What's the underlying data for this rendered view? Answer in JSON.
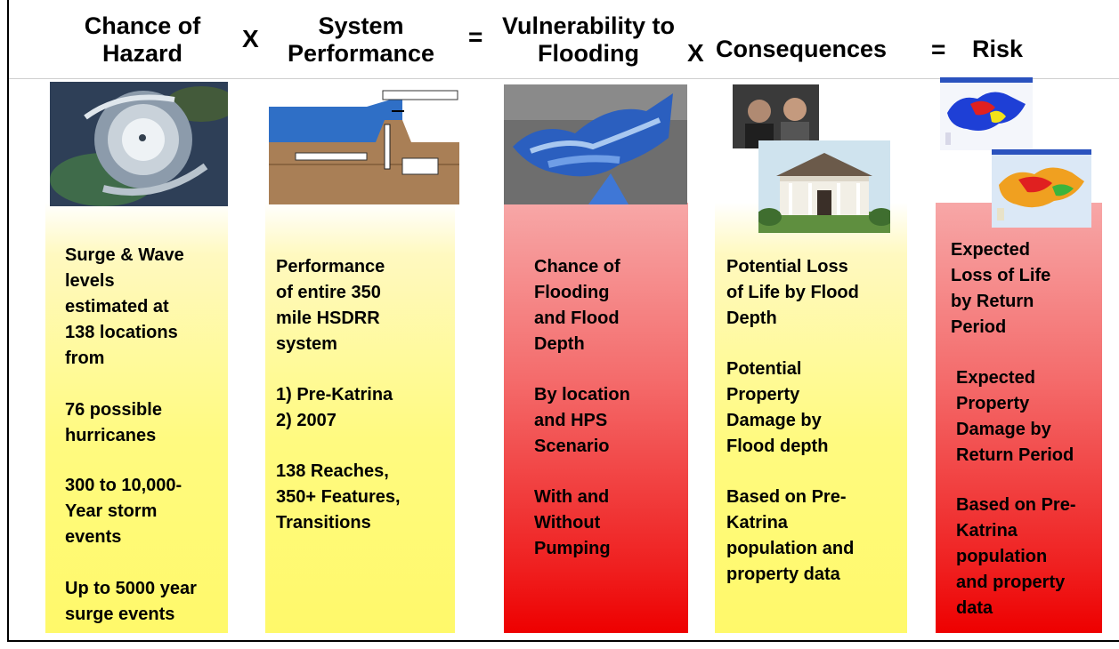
{
  "header": {
    "col1_title": "Chance of\nHazard",
    "op1": "X",
    "col2_title": "System\nPerformance",
    "op2": "=",
    "col3_title": "Vulnerability\nto Flooding",
    "op3": "X",
    "col4_title": "Consequences",
    "op4": "=",
    "col5_title": "Risk"
  },
  "columns": {
    "hazard": {
      "image_icon": "hurricane-satellite-image",
      "p1": "Surge & Wave\nlevels\nestimated at\n138 locations\nfrom",
      "p2": "76 possible\nhurricanes",
      "p3": "300 to 10,000-\nYear storm\nevents",
      "p4": "Up to 5000 year\nsurge events"
    },
    "performance": {
      "image_icon": "levee-cross-section-diagram",
      "p1": "Performance\nof entire 350\nmile HSDRR\nsystem",
      "p2": "1) Pre-Katrina\n2) 2007",
      "p3": "138  Reaches,\n350+ Features,\nTransitions"
    },
    "vulnerability": {
      "image_icon": "flood-depth-map",
      "p1": "Chance of\nFlooding\nand Flood\nDepth",
      "p2": "By location\nand HPS\nScenario",
      "p3": "With and\nWithout\nPumping"
    },
    "consequences": {
      "image_icon": "people-and-house-photos",
      "p1": "Potential Loss\nof Life by Flood\nDepth",
      "p2": "Potential\nProperty\nDamage by\nFlood depth",
      "p3": "Based on Pre-\nKatrina\npopulation and\nproperty data"
    },
    "risk": {
      "image_icon": "risk-maps",
      "p1": "Expected\nLoss of Life\nby Return\nPeriod",
      "p2": "Expected\nProperty\nDamage by\nReturn Period",
      "p3": "Based on Pre-\nKatrina\npopulation\nand property\ndata"
    }
  },
  "colors": {
    "yellow": "#fff96a",
    "red": "#ee0000"
  }
}
